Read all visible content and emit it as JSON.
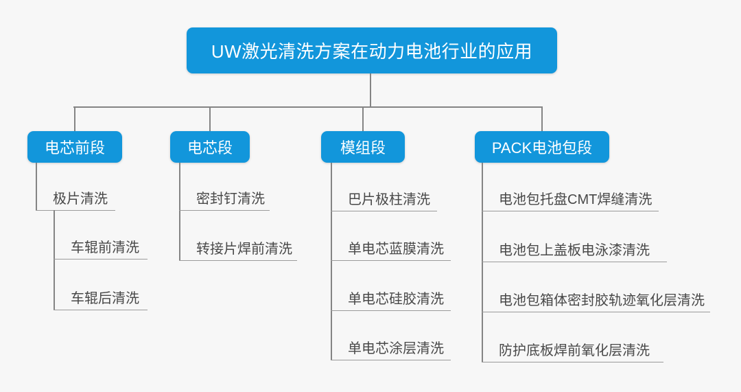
{
  "root": {
    "label": "UW激光清洗方案在动力电池行业的应用"
  },
  "branches": [
    {
      "label": "电芯前段",
      "items": [
        {
          "label": "极片清洗",
          "children": [
            {
              "label": "车辊前清洗"
            },
            {
              "label": "车辊后清洗"
            }
          ]
        }
      ]
    },
    {
      "label": "电芯段",
      "items": [
        {
          "label": "密封钉清洗"
        },
        {
          "label": "转接片焊前清洗"
        }
      ]
    },
    {
      "label": "模组段",
      "items": [
        {
          "label": "巴片极柱清洗"
        },
        {
          "label": "单电芯蓝膜清洗"
        },
        {
          "label": "单电芯硅胶清洗"
        },
        {
          "label": "单电芯涂层清洗"
        }
      ]
    },
    {
      "label": "PACK电池包段",
      "items": [
        {
          "label": "电池包托盘CMT焊缝清洗"
        },
        {
          "label": "电池包上盖板电泳漆清洗"
        },
        {
          "label": "电池包箱体密封胶轨迹氧化层清洗"
        },
        {
          "label": "防护底板焊前氧化层清洗"
        }
      ]
    }
  ],
  "colors": {
    "node_fill": "#1296db",
    "node_text": "#ffffff",
    "connector_gray": "#848484",
    "leaf_underline": "#9a9a9a",
    "leaf_text": "#484848",
    "background": "#f7f7f7"
  }
}
